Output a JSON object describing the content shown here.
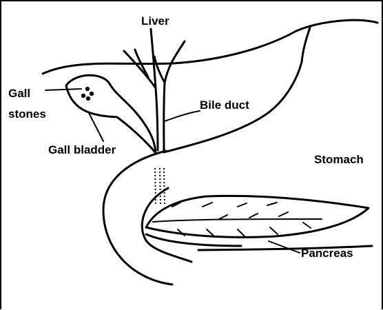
{
  "labels": {
    "liver": "Liver",
    "gall_stones_line1": "Gall",
    "gall_stones_line2": "stones",
    "bile_duct": "Bile duct",
    "gall_bladder": "Gall bladder",
    "stomach": "Stomach",
    "pancreas": "Pancreas"
  }
}
